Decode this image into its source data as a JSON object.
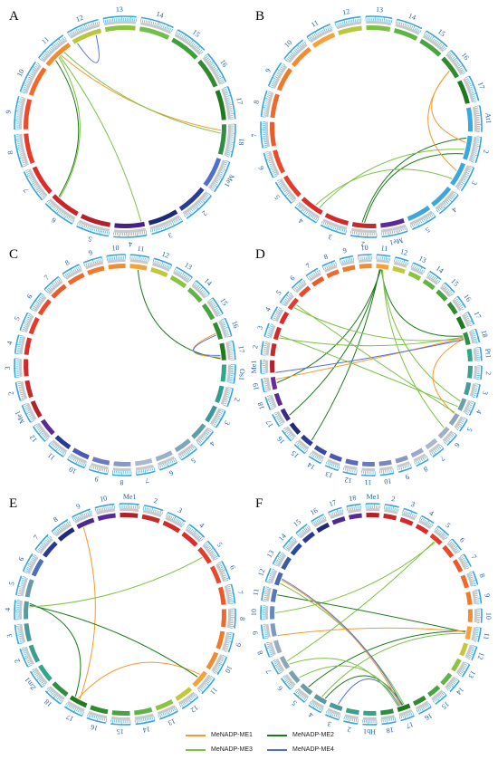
{
  "colors": {
    "ME1": "#f39a2a",
    "ME2": "#1b7a1b",
    "ME3": "#7cc242",
    "ME4": "#4f6fd6",
    "ticks": "#3aa4dc"
  },
  "legend": [
    {
      "label": "MeNADP-ME1",
      "key": "ME1"
    },
    {
      "label": "MeNADP-ME2",
      "key": "ME2"
    },
    {
      "label": "MeNADP-ME3",
      "key": "ME3"
    },
    {
      "label": "MeNADP-ME4",
      "key": "ME4"
    }
  ],
  "panels": [
    {
      "letter": "A",
      "chromosomes": [
        {
          "name": "14",
          "color": "#6fbf4a"
        },
        {
          "name": "15",
          "color": "#3aa23a"
        },
        {
          "name": "16",
          "color": "#2e8b2e"
        },
        {
          "name": "17",
          "color": "#1e7a1e"
        },
        {
          "name": "18",
          "color": "#2f8e43"
        },
        {
          "name": "Me1",
          "color": "#4f6fd6"
        },
        {
          "name": "2",
          "color": "#283c9c"
        },
        {
          "name": "3",
          "color": "#1c2a7c"
        },
        {
          "name": "4",
          "color": "#4b1e8c"
        },
        {
          "name": "5",
          "color": "#b4202a"
        },
        {
          "name": "6",
          "color": "#cc2228"
        },
        {
          "name": "7",
          "color": "#dd2a2a"
        },
        {
          "name": "8",
          "color": "#e83a2a"
        },
        {
          "name": "9",
          "color": "#ef4a2a"
        },
        {
          "name": "10",
          "color": "#f16a2a"
        },
        {
          "name": "11",
          "color": "#f28c33"
        },
        {
          "name": "12",
          "color": "#b8c83a"
        },
        {
          "name": "13",
          "color": "#8cc43f"
        }
      ],
      "links": [
        {
          "from": 15.3,
          "to": 10.85,
          "color": "ME2"
        },
        {
          "from": 15.5,
          "to": 8.1,
          "color": "ME3"
        },
        {
          "from": 15.55,
          "to": 4.2,
          "color": "ME1"
        },
        {
          "from": 15.7,
          "to": 4.3,
          "color": "ME3"
        },
        {
          "from": 10.8,
          "to": 15.45,
          "color": "ME3"
        },
        {
          "from": 16.8,
          "to": 16.1,
          "color": "ME4"
        }
      ]
    },
    {
      "letter": "B",
      "chromosomes": [
        {
          "name": "13",
          "color": "#7cc242"
        },
        {
          "name": "14",
          "color": "#5fb446"
        },
        {
          "name": "15",
          "color": "#45a53f"
        },
        {
          "name": "16",
          "color": "#2e8b2e"
        },
        {
          "name": "17",
          "color": "#1e7a1e"
        },
        {
          "name": "At1",
          "color": "#39a7e0"
        },
        {
          "name": "2",
          "color": "#39a7e0"
        },
        {
          "name": "3",
          "color": "#39a7e0"
        },
        {
          "name": "4",
          "color": "#39a7e0"
        },
        {
          "name": "5",
          "color": "#39a7e0"
        },
        {
          "name": "Me1",
          "color": "#5a2a9a"
        },
        {
          "name": "2",
          "color": "#c42a2a"
        },
        {
          "name": "3",
          "color": "#d22a2a"
        },
        {
          "name": "4",
          "color": "#dd2a2a"
        },
        {
          "name": "5",
          "color": "#e63a2a"
        },
        {
          "name": "6",
          "color": "#ea4a2a"
        },
        {
          "name": "7",
          "color": "#ec5a2a"
        },
        {
          "name": "8",
          "color": "#ef6a2a"
        },
        {
          "name": "9",
          "color": "#f07a2a"
        },
        {
          "name": "10",
          "color": "#f28c33"
        },
        {
          "name": "11",
          "color": "#f5a23a"
        },
        {
          "name": "12",
          "color": "#b8c83a"
        }
      ],
      "links": [
        {
          "from": 11.6,
          "to": 6.1,
          "color": "ME2"
        },
        {
          "from": 11.5,
          "to": 6.8,
          "color": "ME2"
        },
        {
          "from": 3.6,
          "to": 6.3,
          "color": "ME1"
        },
        {
          "from": 3.6,
          "to": 7.4,
          "color": "ME1"
        },
        {
          "from": 13.2,
          "to": 6.6,
          "color": "ME3"
        },
        {
          "from": 13.4,
          "to": 7.8,
          "color": "ME3"
        }
      ]
    },
    {
      "letter": "C",
      "chromosomes": [
        {
          "name": "11",
          "color": "#f5a23a"
        },
        {
          "name": "12",
          "color": "#c2c83a"
        },
        {
          "name": "13",
          "color": "#8cc43f"
        },
        {
          "name": "14",
          "color": "#5fb446"
        },
        {
          "name": "15",
          "color": "#45a53f"
        },
        {
          "name": "16",
          "color": "#2e8b2e"
        },
        {
          "name": "17",
          "color": "#1e7a1e"
        },
        {
          "name": "Os1",
          "color": "#2fa88a"
        },
        {
          "name": "2",
          "color": "#2f9e8e"
        },
        {
          "name": "3",
          "color": "#3a9a9a"
        },
        {
          "name": "4",
          "color": "#5aa0a8"
        },
        {
          "name": "5",
          "color": "#7aa8b8"
        },
        {
          "name": "6",
          "color": "#9ab0c8"
        },
        {
          "name": "7",
          "color": "#aab8cc"
        },
        {
          "name": "8",
          "color": "#8a98c8"
        },
        {
          "name": "9",
          "color": "#6a7ac0"
        },
        {
          "name": "10",
          "color": "#4a5ab0"
        },
        {
          "name": "11",
          "color": "#2a3a90"
        },
        {
          "name": "12",
          "color": "#5a2a9a"
        },
        {
          "name": "Me1",
          "color": "#b4202a"
        },
        {
          "name": "2",
          "color": "#c42a2a"
        },
        {
          "name": "3",
          "color": "#d22a2a"
        },
        {
          "name": "4",
          "color": "#dd2a2a"
        },
        {
          "name": "5",
          "color": "#e63a2a"
        },
        {
          "name": "6",
          "color": "#ea4a2a"
        },
        {
          "name": "7",
          "color": "#ec5a2a"
        },
        {
          "name": "8",
          "color": "#ef6a2a"
        },
        {
          "name": "9",
          "color": "#f07a2a"
        },
        {
          "name": "10",
          "color": "#f28c33"
        }
      ],
      "links": [
        {
          "from": 0.5,
          "to": 6.9,
          "color": "ME2"
        },
        {
          "from": 5.6,
          "to": 6.8,
          "color": "ME1"
        },
        {
          "from": 5.7,
          "to": 6.7,
          "color": "ME4"
        }
      ]
    },
    {
      "letter": "D",
      "chromosomes": [
        {
          "name": "11",
          "color": "#f5a23a"
        },
        {
          "name": "12",
          "color": "#c2c83a"
        },
        {
          "name": "13",
          "color": "#8cc43f"
        },
        {
          "name": "14",
          "color": "#5fb446"
        },
        {
          "name": "15",
          "color": "#45a53f"
        },
        {
          "name": "16",
          "color": "#2e8b2e"
        },
        {
          "name": "17",
          "color": "#1e7a1e"
        },
        {
          "name": "18",
          "color": "#2f8e43"
        },
        {
          "name": "Pt1",
          "color": "#2fa88a"
        },
        {
          "name": "2",
          "color": "#3aa08e"
        },
        {
          "name": "3",
          "color": "#4a9a9a"
        },
        {
          "name": "4",
          "color": "#6aa0a8"
        },
        {
          "name": "5",
          "color": "#8aa8b8"
        },
        {
          "name": "6",
          "color": "#a0b0c8"
        },
        {
          "name": "7",
          "color": "#aab8cc"
        },
        {
          "name": "8",
          "color": "#9aa8d0"
        },
        {
          "name": "9",
          "color": "#8a98c8"
        },
        {
          "name": "10",
          "color": "#7a88c0"
        },
        {
          "name": "11",
          "color": "#6a7ac0"
        },
        {
          "name": "12",
          "color": "#5a6ab8"
        },
        {
          "name": "13",
          "color": "#4a5ab0"
        },
        {
          "name": "14",
          "color": "#3a4aa0"
        },
        {
          "name": "15",
          "color": "#2a3a90"
        },
        {
          "name": "16",
          "color": "#1e2a7c"
        },
        {
          "name": "17",
          "color": "#3a2a8a"
        },
        {
          "name": "18",
          "color": "#5a2a9a"
        },
        {
          "name": "19",
          "color": "#6a2a9a"
        },
        {
          "name": "Me1",
          "color": "#b4202a"
        },
        {
          "name": "2",
          "color": "#c42a2a"
        },
        {
          "name": "3",
          "color": "#d22a2a"
        },
        {
          "name": "4",
          "color": "#dd2a2a"
        },
        {
          "name": "5",
          "color": "#e63a2a"
        },
        {
          "name": "6",
          "color": "#ea4a2a"
        },
        {
          "name": "7",
          "color": "#ec5a2a"
        },
        {
          "name": "8",
          "color": "#ef6a2a"
        },
        {
          "name": "9",
          "color": "#f07a2a"
        },
        {
          "name": "10",
          "color": "#f28c33"
        }
      ],
      "links": [
        {
          "from": 0.3,
          "to": 22.2,
          "color": "ME2"
        },
        {
          "from": 0.35,
          "to": 24.3,
          "color": "ME2"
        },
        {
          "from": 0.4,
          "to": 26.5,
          "color": "ME2"
        },
        {
          "from": 0.45,
          "to": 7.2,
          "color": "ME2"
        },
        {
          "from": 0.5,
          "to": 11.3,
          "color": "ME3"
        },
        {
          "from": 0.55,
          "to": 13.2,
          "color": "ME3"
        },
        {
          "from": 7.3,
          "to": 29.2,
          "color": "ME3"
        },
        {
          "from": 7.4,
          "to": 31.3,
          "color": "ME3"
        },
        {
          "from": 7.35,
          "to": 26.8,
          "color": "ME1"
        },
        {
          "from": 7.45,
          "to": 12.1,
          "color": "ME1"
        },
        {
          "from": 7.5,
          "to": 27.0,
          "color": "ME4"
        },
        {
          "from": 29.4,
          "to": 11.8,
          "color": "ME3"
        },
        {
          "from": 31.6,
          "to": 12.0,
          "color": "ME3"
        }
      ]
    },
    {
      "letter": "E",
      "chromosomes": [
        {
          "name": "Me1",
          "color": "#b4202a"
        },
        {
          "name": "2",
          "color": "#c42a2a"
        },
        {
          "name": "3",
          "color": "#d22a2a"
        },
        {
          "name": "4",
          "color": "#dd2a2a"
        },
        {
          "name": "5",
          "color": "#e63a2a"
        },
        {
          "name": "6",
          "color": "#ea4a2a"
        },
        {
          "name": "7",
          "color": "#ec5a2a"
        },
        {
          "name": "8",
          "color": "#ef6a2a"
        },
        {
          "name": "9",
          "color": "#f07a2a"
        },
        {
          "name": "10",
          "color": "#f28c33"
        },
        {
          "name": "11",
          "color": "#f5a23a"
        },
        {
          "name": "12",
          "color": "#c2c83a"
        },
        {
          "name": "13",
          "color": "#8cc43f"
        },
        {
          "name": "14",
          "color": "#5fb446"
        },
        {
          "name": "15",
          "color": "#45a53f"
        },
        {
          "name": "16",
          "color": "#2e8b2e"
        },
        {
          "name": "17",
          "color": "#1e7a1e"
        },
        {
          "name": "18",
          "color": "#2f8e43"
        },
        {
          "name": "Zm1",
          "color": "#2fa88a"
        },
        {
          "name": "2",
          "color": "#3aa08e"
        },
        {
          "name": "3",
          "color": "#4a9a9a"
        },
        {
          "name": "4",
          "color": "#5a9aa0"
        },
        {
          "name": "5",
          "color": "#6a9aa8"
        },
        {
          "name": "6",
          "color": "#4a70c0"
        },
        {
          "name": "7",
          "color": "#2a3a90"
        },
        {
          "name": "8",
          "color": "#1e2a7c"
        },
        {
          "name": "9",
          "color": "#4a2a90"
        },
        {
          "name": "10",
          "color": "#5a2a9a"
        }
      ],
      "links": [
        {
          "from": 16.5,
          "to": 26.3,
          "color": "ME1"
        },
        {
          "from": 16.6,
          "to": 10.3,
          "color": "ME1"
        },
        {
          "from": 10.5,
          "to": 21.8,
          "color": "ME2"
        },
        {
          "from": 16.8,
          "to": 21.9,
          "color": "ME2"
        },
        {
          "from": 4.5,
          "to": 21.7,
          "color": "ME3"
        }
      ]
    },
    {
      "letter": "F",
      "chromosomes": [
        {
          "name": "Me1",
          "color": "#b4202a"
        },
        {
          "name": "2",
          "color": "#c42a2a"
        },
        {
          "name": "3",
          "color": "#d22a2a"
        },
        {
          "name": "4",
          "color": "#dd2a2a"
        },
        {
          "name": "5",
          "color": "#e63a2a"
        },
        {
          "name": "6",
          "color": "#ea4a2a"
        },
        {
          "name": "7",
          "color": "#ec5a2a"
        },
        {
          "name": "8",
          "color": "#ef6a2a"
        },
        {
          "name": "9",
          "color": "#f07a2a"
        },
        {
          "name": "10",
          "color": "#f28c33"
        },
        {
          "name": "11",
          "color": "#f5a23a"
        },
        {
          "name": "12",
          "color": "#c2c83a"
        },
        {
          "name": "13",
          "color": "#8cc43f"
        },
        {
          "name": "14",
          "color": "#5fb446"
        },
        {
          "name": "15",
          "color": "#45a53f"
        },
        {
          "name": "16",
          "color": "#2e8b2e"
        },
        {
          "name": "17",
          "color": "#1e7a1e"
        },
        {
          "name": "18",
          "color": "#2f8e43"
        },
        {
          "name": "Hb1",
          "color": "#2fa88a"
        },
        {
          "name": "2",
          "color": "#3aa08e"
        },
        {
          "name": "3",
          "color": "#4a9a9a"
        },
        {
          "name": "4",
          "color": "#5a9aa0"
        },
        {
          "name": "5",
          "color": "#6a9aa8"
        },
        {
          "name": "6",
          "color": "#7aa0b0"
        },
        {
          "name": "7",
          "color": "#8aa8b8"
        },
        {
          "name": "8",
          "color": "#9ab0c0"
        },
        {
          "name": "9",
          "color": "#7a98c8"
        },
        {
          "name": "10",
          "color": "#6a88c0"
        },
        {
          "name": "11",
          "color": "#5a78b8"
        },
        {
          "name": "12",
          "color": "#4a68b0"
        },
        {
          "name": "13",
          "color": "#3a58a8"
        },
        {
          "name": "14",
          "color": "#2a48a0"
        },
        {
          "name": "15",
          "color": "#2a3a90"
        },
        {
          "name": "16",
          "color": "#1e2a7c"
        },
        {
          "name": "17",
          "color": "#4a2a90"
        },
        {
          "name": "18",
          "color": "#5a2a9a"
        }
      ],
      "links": [
        {
          "from": 4.5,
          "to": 24.5,
          "color": "ME3"
        },
        {
          "from": 4.6,
          "to": 27.5,
          "color": "ME3"
        },
        {
          "from": 10.4,
          "to": 22.5,
          "color": "ME2"
        },
        {
          "from": 10.5,
          "to": 28.6,
          "color": "ME2"
        },
        {
          "from": 10.6,
          "to": 21.5,
          "color": "ME3"
        },
        {
          "from": 10.45,
          "to": 26.0,
          "color": "ME1"
        },
        {
          "from": 16.4,
          "to": 29.2,
          "color": "ME3"
        },
        {
          "from": 16.5,
          "to": 21.2,
          "color": "ME2"
        },
        {
          "from": 16.6,
          "to": 23.2,
          "color": "ME3"
        },
        {
          "from": 16.7,
          "to": 29.5,
          "color": "ME1"
        },
        {
          "from": 16.8,
          "to": 20.4,
          "color": "ME4"
        },
        {
          "from": 16.9,
          "to": 24.2,
          "color": "ME3"
        },
        {
          "from": 16.55,
          "to": 29.6,
          "color": "ME4"
        }
      ]
    }
  ]
}
